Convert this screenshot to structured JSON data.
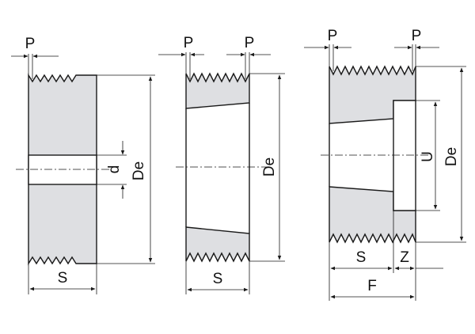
{
  "colors": {
    "fill": "#dedfe2",
    "line": "#1a1a1a",
    "background": "#ffffff"
  },
  "views": [
    {
      "name": "pulley-with-bore",
      "labels": {
        "pitch": "P",
        "width": "S",
        "bore": "d",
        "outer_diameter": "De"
      }
    },
    {
      "name": "pulley-taper-bush",
      "labels": {
        "pitch_left": "P",
        "pitch_right": "P",
        "width": "S",
        "outer_diameter": "De"
      }
    },
    {
      "name": "pulley-with-hub",
      "labels": {
        "pitch_left": "P",
        "pitch_right": "P",
        "width": "S",
        "hub_width": "Z",
        "total_width": "F",
        "hub_diameter": "U",
        "outer_diameter": "De"
      }
    }
  ]
}
